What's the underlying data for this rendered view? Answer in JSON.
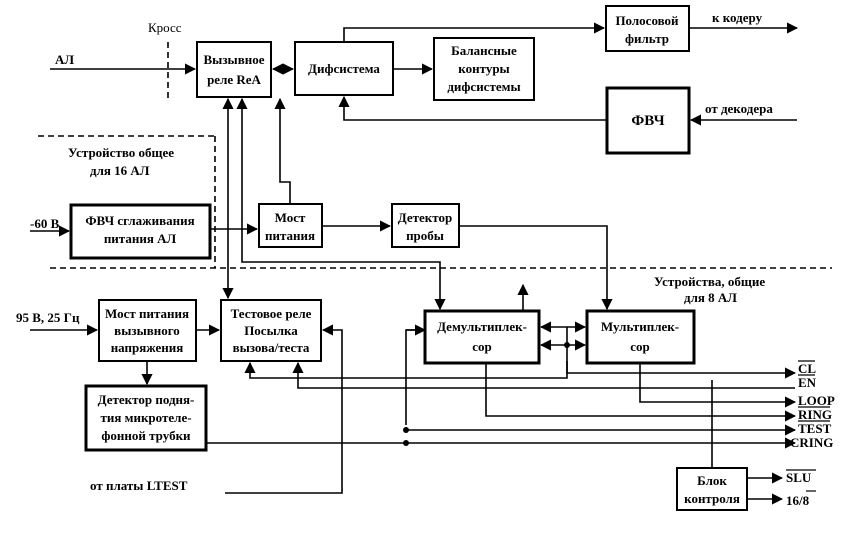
{
  "labels": {
    "kross": "Кросс",
    "al_in": "АЛ",
    "common16_1": "Устройство общее",
    "common16_2": "для 16 АЛ",
    "minus60": "-60 В",
    "v95": "95 В, 25 Гц",
    "to_coder": "к кодеру",
    "from_decoder": "от декодера",
    "common8_1": "Устройства, общие",
    "common8_2": "для 8 АЛ",
    "ltest": "от платы LTEST"
  },
  "blocks": {
    "relay": [
      "Вызывное",
      "реле ReA"
    ],
    "difsys": [
      "Дифсистема"
    ],
    "balance": [
      "Балансные",
      "контуры",
      "дифсистемы"
    ],
    "bandpass": [
      "Полосовой",
      "фильтр"
    ],
    "fvch": [
      "ФВЧ"
    ],
    "fvch_smooth": [
      "ФВЧ сглаживания",
      "питания АЛ"
    ],
    "bridge_power": [
      "Мост",
      "питания"
    ],
    "probe_det": [
      "Детектор",
      "пробы"
    ],
    "ring_bridge": [
      "Мост питания",
      "вызывного",
      "напряжения"
    ],
    "test_relay": [
      "Тестовое реле",
      "Посылка",
      "вызова/теста"
    ],
    "demux": [
      "Демультиплек-",
      "сор"
    ],
    "mux": [
      "Мультиплек-",
      "сор"
    ],
    "offhook_det": [
      "Детектор подня-",
      "тия микротеле-",
      "фонной трубки"
    ],
    "control": [
      "Блок",
      "контроля"
    ]
  },
  "signals": {
    "cl": "CL",
    "en": "EN",
    "loop": "LOOP",
    "ring": "RING",
    "test": "TEST",
    "cring": "CRING",
    "slu": "SLU",
    "mode": "16/8"
  }
}
